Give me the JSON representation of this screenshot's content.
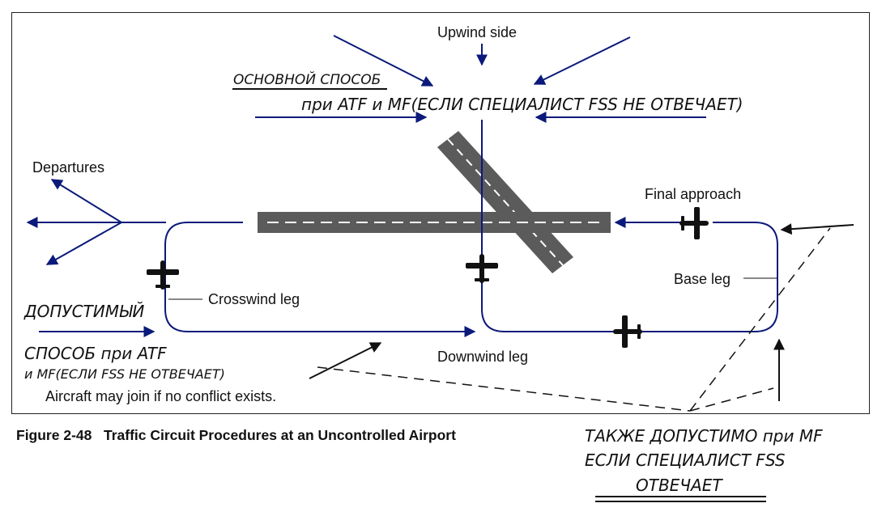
{
  "labels": {
    "upwind_side": "Upwind side",
    "departures": "Departures",
    "final_approach": "Final approach",
    "crosswind_leg": "Crosswind leg",
    "base_leg": "Base leg",
    "downwind_leg": "Downwind leg",
    "join_note": "Aircraft may join if no conflict exists."
  },
  "handwritten": {
    "primary_title": "ОСНОВНОЙ СПОСОБ",
    "primary_detail": "при ATF и MF(ЕСЛИ СПЕЦИАЛИСТ FSS НЕ ОТВЕЧАЕТ)",
    "alt_line1": "ДОПУСТИМЫЙ",
    "alt_line2": "СПОСОБ  при ATF",
    "alt_line3": "и MF(ЕСЛИ FSS НЕ ОТВЕЧАЕТ)",
    "also_line1": "ТАКЖЕ ДОПУСТИМО при MF",
    "also_line2": "ЕСЛИ СПЕЦИАЛИСТ FSS",
    "also_line3": "ОТВЕЧАЕТ"
  },
  "caption": {
    "number": "Figure 2-48",
    "title": "Traffic Circuit Procedures at an Uncontrolled Airport"
  },
  "colors": {
    "circuit": "#0b1a7a",
    "runway": "#5a5a5a",
    "ink": "#111111"
  },
  "icons": [
    "airplane-icon",
    "arrow-icon"
  ]
}
